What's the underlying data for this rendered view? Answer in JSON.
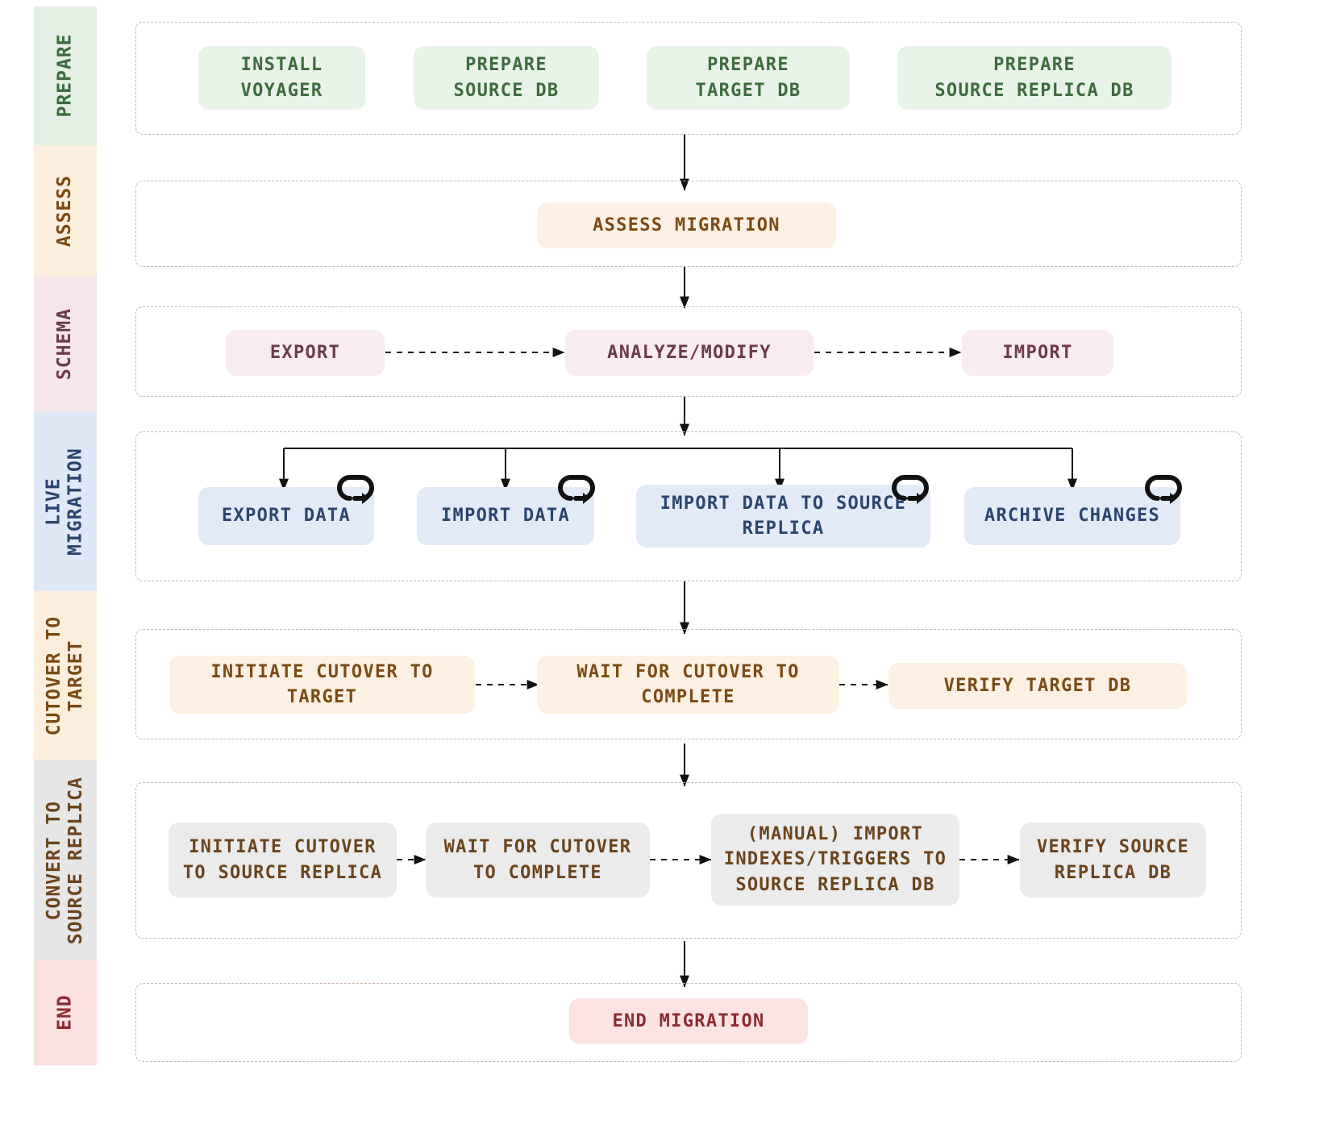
{
  "diagram": {
    "title": "Database Migration Workflow",
    "background": "#ffffff",
    "container_border_color": "#cdb9ab"
  },
  "stages": [
    {
      "id": "prepare",
      "label": "PREPARE",
      "band_color": "#e2efe2",
      "text_color": "#3d6b3d",
      "node_bg": "#e8f3e8"
    },
    {
      "id": "assess",
      "label": "ASSESS",
      "band_color": "#fbeedd",
      "text_color": "#7a4a15",
      "node_bg": "#fbf0e3"
    },
    {
      "id": "schema",
      "label": "SCHEMA",
      "band_color": "#f6e6ea",
      "text_color": "#6b3a4d",
      "node_bg": "#f8ecf1"
    },
    {
      "id": "live-migration",
      "label": "LIVE\nMIGRATION",
      "band_color": "#dfe8f6",
      "text_color": "#2a456e",
      "node_bg": "#e2eaf7"
    },
    {
      "id": "cutover-to-target",
      "label": "CUTOVER TO\nTARGET",
      "band_color": "#fbeedd",
      "text_color": "#7a4a15",
      "node_bg": "#fbf0e1"
    },
    {
      "id": "convert-to-source-replica",
      "label": "CONVERT TO\nSOURCE REPLICA",
      "band_color": "#e6e6e6",
      "text_color": "#6b441c",
      "node_bg": "#ebebeb"
    },
    {
      "id": "end",
      "label": "END",
      "band_color": "#fbe0e0",
      "text_color": "#8c2a32",
      "node_bg": "#fbe3e3"
    }
  ],
  "rows": {
    "prepare": {
      "nodes": [
        {
          "label": "INSTALL\nVOYAGER"
        },
        {
          "label": "PREPARE\nSOURCE DB"
        },
        {
          "label": "PREPARE\nTARGET DB"
        },
        {
          "label": "PREPARE\nSOURCE REPLICA DB"
        }
      ]
    },
    "assess": {
      "nodes": [
        {
          "label": "ASSESS MIGRATION"
        }
      ]
    },
    "schema": {
      "nodes": [
        {
          "label": "EXPORT"
        },
        {
          "label": "ANALYZE/MODIFY"
        },
        {
          "label": "IMPORT"
        }
      ]
    },
    "live_migration": {
      "nodes": [
        {
          "label": "EXPORT DATA",
          "has_self_loop": true
        },
        {
          "label": "IMPORT DATA",
          "has_self_loop": true
        },
        {
          "label": "IMPORT DATA TO SOURCE\nREPLICA",
          "has_self_loop": true
        },
        {
          "label": "ARCHIVE CHANGES",
          "has_self_loop": true
        }
      ]
    },
    "cutover_to_target": {
      "nodes": [
        {
          "label": "INITIATE CUTOVER TO\nTARGET"
        },
        {
          "label": "WAIT FOR CUTOVER TO\nCOMPLETE"
        },
        {
          "label": "VERIFY TARGET DB"
        }
      ]
    },
    "convert_to_source_replica": {
      "nodes": [
        {
          "label": "INITIATE CUTOVER\nTO SOURCE REPLICA"
        },
        {
          "label": "WAIT FOR CUTOVER\nTO COMPLETE"
        },
        {
          "label": "(MANUAL) IMPORT\nINDEXES/TRIGGERS TO\nSOURCE REPLICA DB"
        },
        {
          "label": "VERIFY SOURCE\nREPLICA DB"
        }
      ]
    },
    "end": {
      "nodes": [
        {
          "label": "END MIGRATION"
        }
      ]
    }
  },
  "icons": {
    "self_loop": "self-loop-arrow-icon"
  }
}
